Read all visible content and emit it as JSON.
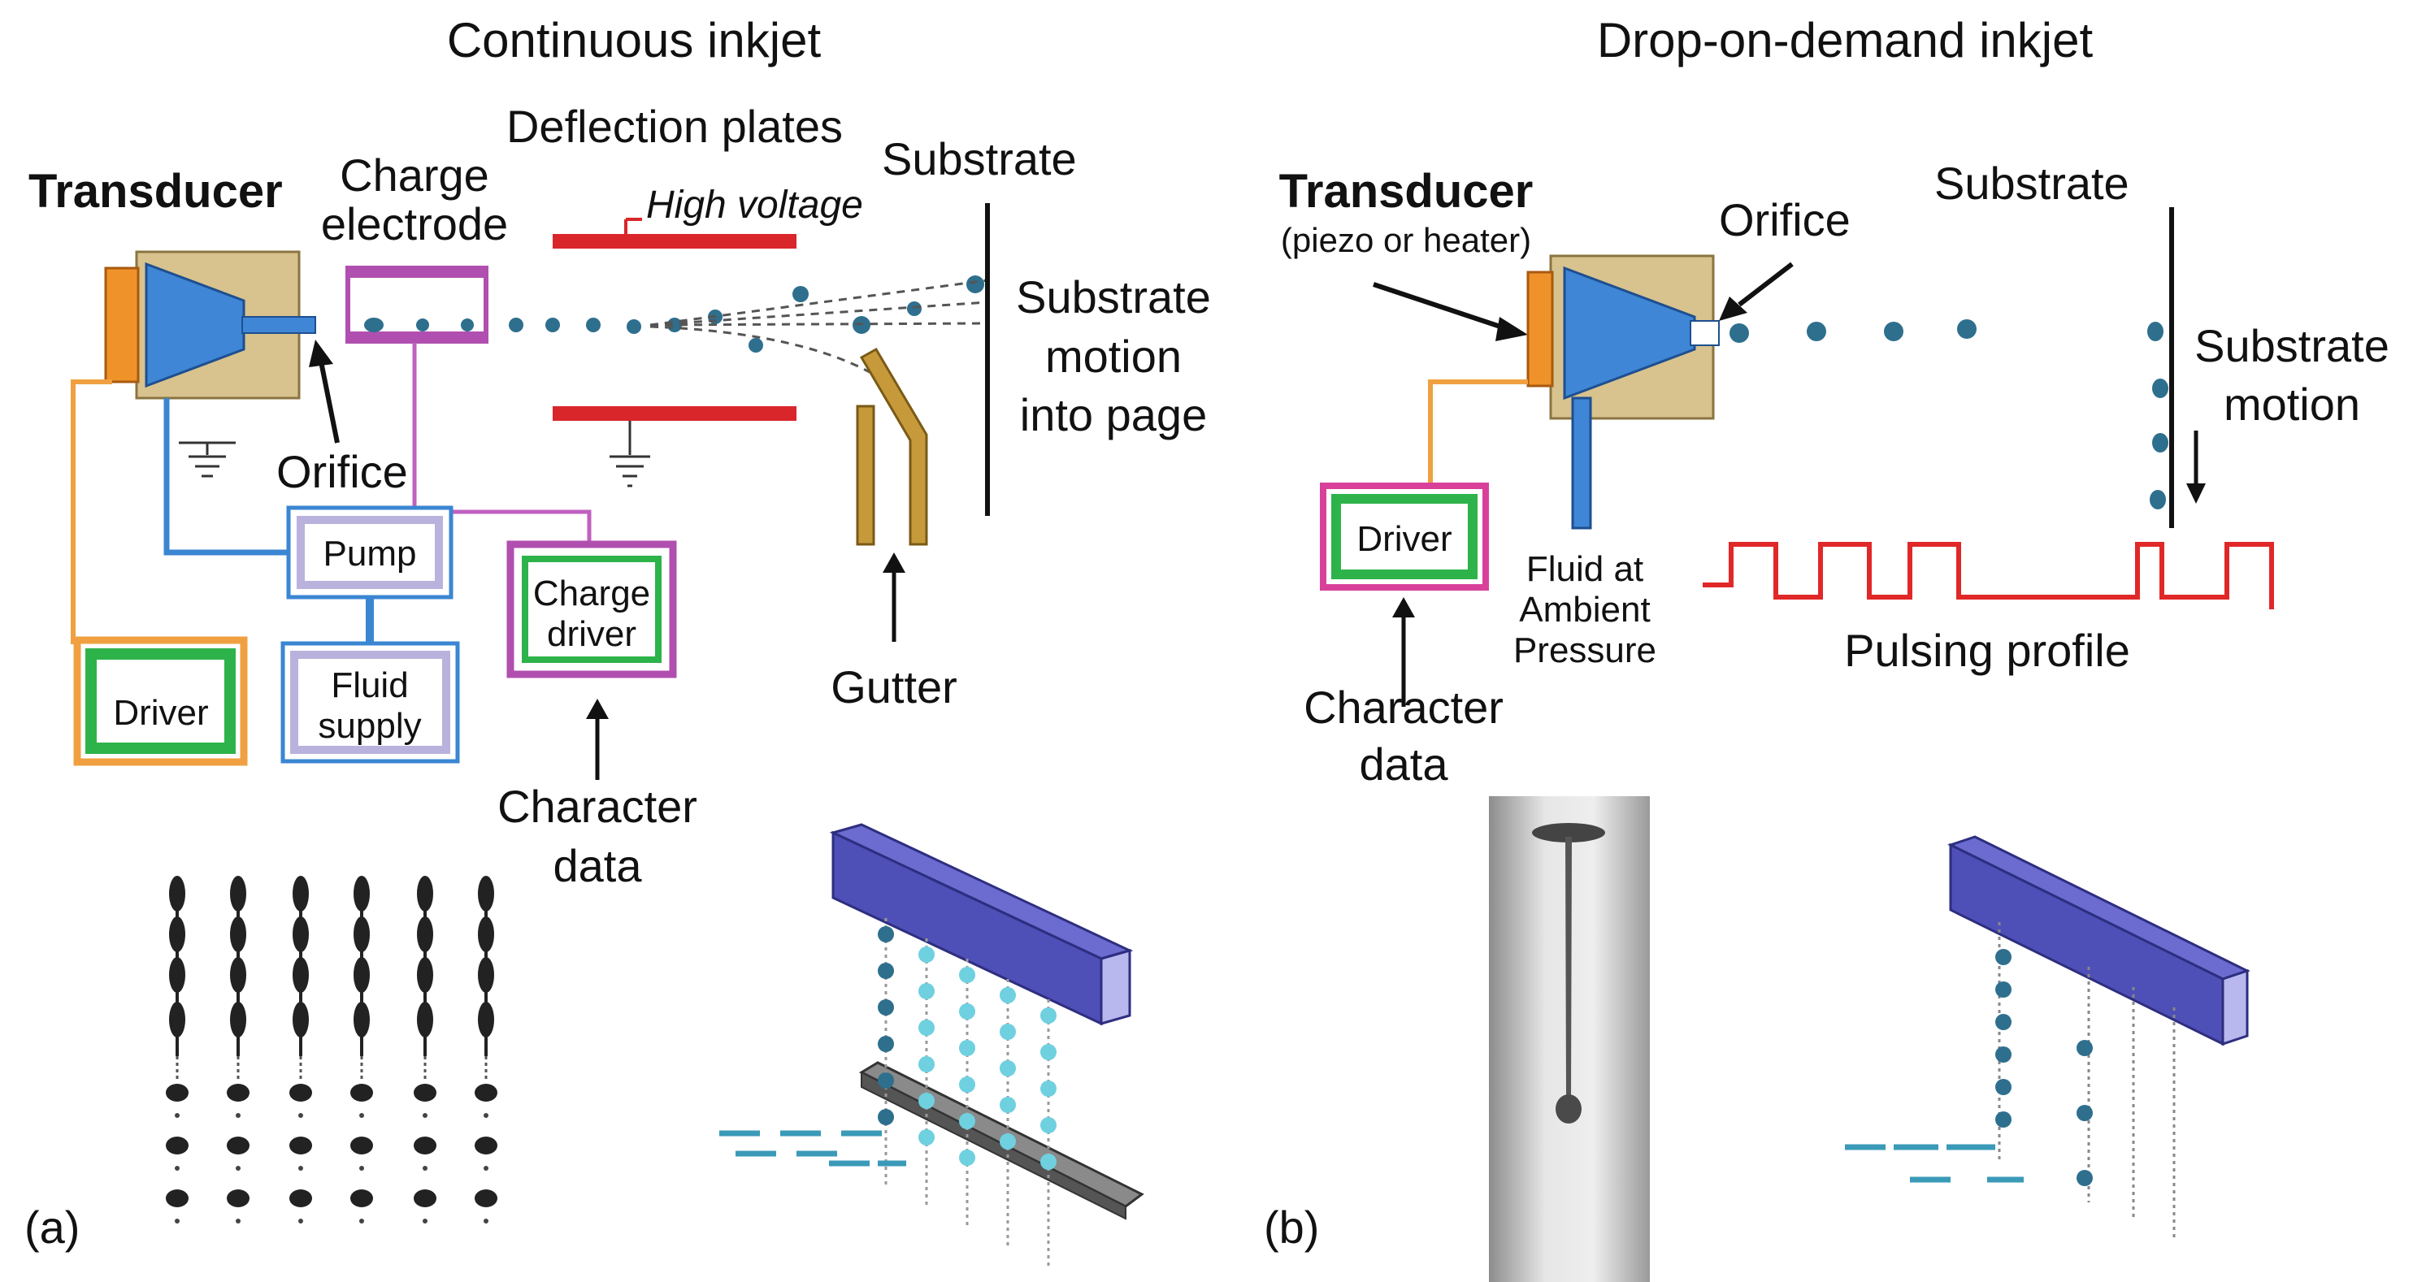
{
  "panel_a": {
    "title": "Continuous inkjet",
    "tag": "(a)",
    "transducer": "Transducer",
    "charge_electrode": [
      "Charge",
      "electrode"
    ],
    "deflection_plates": "Deflection plates",
    "high_voltage": "High voltage",
    "substrate": "Substrate",
    "substrate_motion": [
      "Substrate",
      "motion",
      "into page"
    ],
    "orifice": "Orifice",
    "pump": "Pump",
    "fluid_supply": [
      "Fluid",
      "supply"
    ],
    "charge_driver": [
      "Charge",
      "driver"
    ],
    "driver": "Driver",
    "gutter": "Gutter",
    "character_data": [
      "Character",
      "data"
    ]
  },
  "panel_b": {
    "title": "Drop-on-demand inkjet",
    "tag": "(b)",
    "transducer": "Transducer",
    "transducer_note": "(piezo or heater)",
    "orifice": "Orifice",
    "substrate": "Substrate",
    "substrate_motion": [
      "Substrate",
      "motion"
    ],
    "driver": "Driver",
    "fluid": [
      "Fluid at",
      "Ambient",
      "Pressure"
    ],
    "pulsing_profile": "Pulsing profile",
    "character_data": [
      "Character",
      "data"
    ]
  },
  "colors": {
    "transducer_body": "#d8c28e",
    "piezo": "#f0922a",
    "nozzle": "#3f86d6",
    "drop": "#2e6f8e",
    "drop_light": "#6fd0e0",
    "electrode": "#b04fb0",
    "plate": "#d9262b",
    "driver_green": "#2db34a",
    "pump_frame": "#b9b2dc",
    "gutter": "#c69a3a",
    "wire_orange": "#f0a040",
    "wire_blue": "#3a86d2",
    "wire_purple": "#c060c0",
    "box_magenta": "#d9409a",
    "pulse": "#e02828",
    "printhead": "#4f4fb8"
  }
}
